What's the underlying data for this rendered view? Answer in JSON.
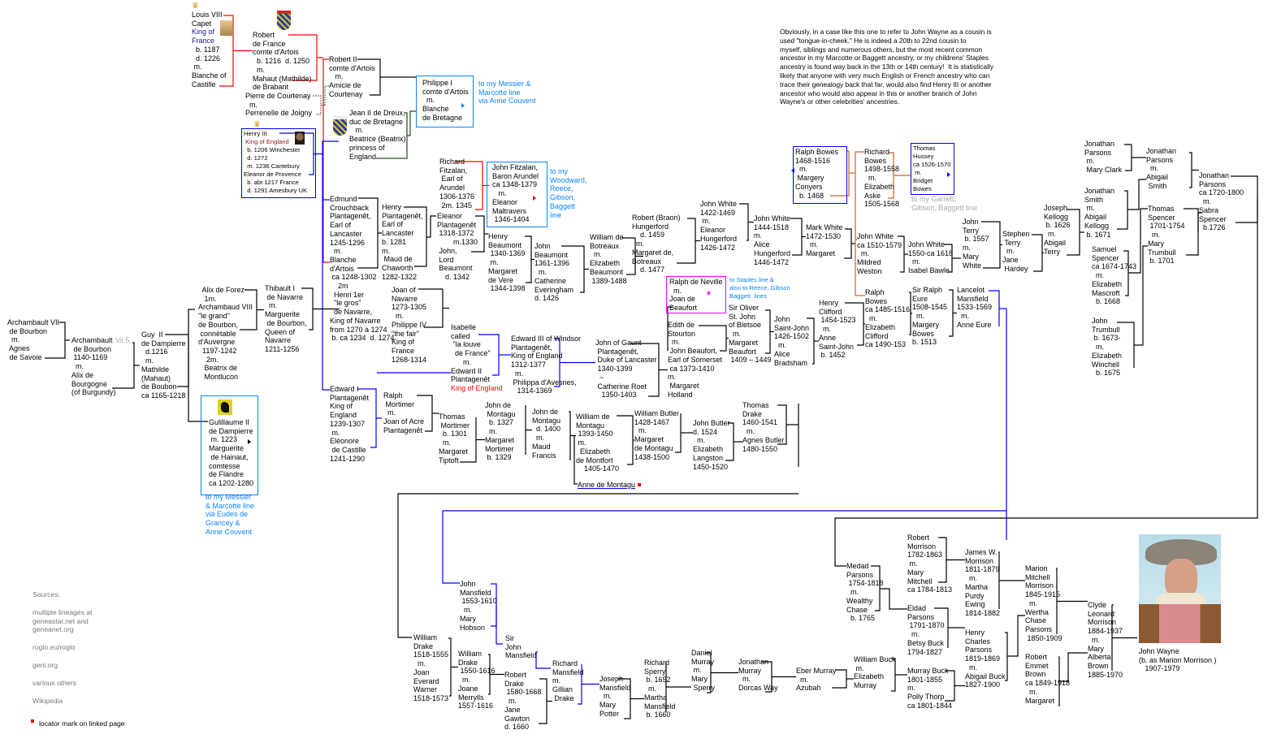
{
  "colors": {
    "red_line": "#ff0000",
    "blue_line": "#0000ff",
    "light_blue_box": "#0a84ff",
    "magenta_box": "#ff00ff",
    "orange_line": "#c8642a",
    "green_line": "#1d4d1d",
    "grey_line": "#777777",
    "royal_title_navy": "#1c1c8c",
    "royal_title_darkred": "#8b1a1a",
    "link_blue": "#0a84ff",
    "grey_link": "#aaaaaa"
  },
  "icons": [
    "crown-icon",
    "crown-icon",
    "shield-artois-icon",
    "shield-bretagne-icon",
    "flag-flandre-icon",
    "portrait-louis-icon",
    "portrait-henry-icon",
    "john-wayne-photo"
  ],
  "note": "Obviously, in a case like this one to refer to John Wayne as a cousin is\nused \"tongue-in-cheek.\" He is indeed a 20th to 22nd cousin to\nmyself, siblings and numerous others, but the most recent common\nancestor in my Marcotte or Baggett ancestry, or my childrens' Staples\nancestry is found way back in the 13th or 14th century!  It is statistically\nlikely that anyone with very much English or French ancestry who can\ntrace their genealogy back that far, would also find Henry III or another\nancestor who would also appear in this or another branch of John\nWayne's or other celebrities' ancestries.",
  "sources": {
    "title": "Sources:",
    "items": [
      "multiple lineages at\ngeneastar.net and\ngeneanet.org",
      "roglo.eu/roglo",
      "geni.org",
      "various others",
      "Wikipedia"
    ]
  },
  "legend": "locator mark on linked page",
  "links": {
    "messier_anne": "to my Messier &\nMarcotte line\nvia Anne Couvent",
    "messier_eudes": "to my Messier\n& Marcotte line\nvia Eudes de\nGrancey &\nAnne Couvent",
    "woodward": "to my\nWoodward,\nReece,\nGibson,\nBaggett\nline",
    "staples": "to Staples line &\nalso to Reece, Gibson\nBaggett  lines",
    "garrett": "to my Garrett,\nGibson, Baggett line",
    "anne_montagu": "Anne de Montagu"
  },
  "people": {
    "louis8": {
      "lines": [
        "Louis VIII",
        "Capet",
        "King of",
        "France",
        "  b. 1187",
        "  d. 1226",
        " m.",
        "Blanche of",
        "Castille"
      ],
      "accent": {
        "lines": [
          2,
          3
        ],
        "color": "#1c1c8c"
      }
    },
    "robert_artois": {
      "lines": [
        "Robert",
        "de France",
        "comte d'Artois",
        "  b. 1216  d. 1250",
        "  m.",
        "Mahaut (Mathilde)",
        "de Brabant"
      ]
    },
    "robert2": {
      "lines": [
        "Robert II",
        "comte d'Artois",
        "   m.",
        "Amicie de",
        "Courtenay"
      ]
    },
    "pierre": {
      "lines": [
        "Pierre de Courtenay",
        "  m.",
        "Perrenelle de Joigny"
      ]
    },
    "philippe": {
      "lines": [
        "Philippe I",
        "comte d'Artois",
        "  m.",
        "Blanche",
        "de Bretagne"
      ]
    },
    "jean2": {
      "lines": [
        "Jean II de Dreux,",
        "duc de Bretagne",
        "   m.",
        "Beatrice (Beatrix)",
        "princess of",
        "England"
      ]
    },
    "henry3": {
      "lines": [
        "Henry III",
        " King of England",
        "  b. 1206 Winchester",
        "  d. 1272",
        "  m. 1236 Cantebury",
        "Eleanor de Provence",
        "  b. abt 1217 France",
        "  d. 1291 Amesbury UK"
      ],
      "accent": {
        "lines": [
          1
        ],
        "color": "#8b1a1a"
      }
    },
    "edmund": {
      "lines": [
        "Edmund",
        "Crouchback",
        "Plantagenêt,",
        "Earl of",
        "Lancaster",
        "1245-1296",
        "  m.",
        "Blanche",
        "d'Artois",
        " ca 1248-1302",
        "    2m",
        "  Henri 1er",
        "  \"le gros\"",
        "  de Navarre,",
        "King of Navarre",
        "from 1270 à 1274",
        " b. ca 1234  d. 1274"
      ]
    },
    "henry_lancaster": {
      "lines": [
        "Henry",
        "Plantagenêt,",
        "Earl of",
        "Lancaster",
        "b. 1281",
        "m.",
        " Maud de",
        "Chaworth",
        "1282-1322"
      ]
    },
    "joan_navarre": {
      "lines": [
        "Joan of",
        "Navarre",
        "1273-1305",
        "  m.",
        "Philippe IV",
        "\"the fair\"",
        "King of",
        "France",
        "1268-1314"
      ]
    },
    "alix_forez": {
      "lines": [
        "  Alix de Forez",
        "   1m.",
        "Archambaud VIII",
        "\"le grand\"",
        "de Bourbon,",
        " connétable",
        "d'Auvergne",
        "  1197-1242",
        "    2m.",
        "   Beatrix de",
        "   Montlucon"
      ]
    },
    "thibault": {
      "lines": [
        "Thibault I",
        " de Navarre",
        "  m.",
        "Marguerite",
        " de Bourbon,",
        "Queen of",
        "Navarre",
        "1211-1256"
      ]
    },
    "archambault7": {
      "lines": [
        "Archambault VII",
        " de Bourbon",
        "  m.",
        " Agnes",
        " de Savoie"
      ]
    },
    "archambault_vii5": {
      "lines": [
        "Archambault",
        " de Bourbon",
        " 1140-1169",
        "  m.",
        "Alix de",
        "Bourgogne",
        "(of Burgundy)"
      ]
    },
    "archambault_tag": {
      "lines": [
        "Vii:5"
      ]
    },
    "guy2": {
      "lines": [
        "Guy  II",
        "de Dampierre",
        "  d.1216",
        "  m.",
        "Mathilde",
        "(Mahaut)",
        "de Boubon",
        "ca 1165-1218"
      ]
    },
    "guillaume2": {
      "lines": [
        "Gulillaume II",
        "de Dampierre",
        " m. 1223",
        "Marguerite",
        " de Hainaut,",
        "comtesse",
        "de Flandre",
        "ca 1202-1280"
      ]
    },
    "edward1": {
      "lines": [
        "Edward I",
        "Plantagenêt",
        "King of",
        "England",
        "1239-1307",
        " m.",
        "Eléonore",
        " de Castille",
        "1241-1290"
      ]
    },
    "ralph_mortimer": {
      "lines": [
        "Ralph",
        " Mortimer",
        "  m.",
        "Joan of Acre",
        "Plantagenêt"
      ]
    },
    "isabelle": {
      "lines": [
        "Isabelle",
        "called",
        " \"la louve",
        "  de France\"",
        "      m.",
        "Edward II",
        "Plantagenêt",
        "King of England"
      ],
      "accent": {
        "lines": [
          7
        ],
        "color": "#ff0000"
      }
    },
    "richard_fitzalan": {
      "lines": [
        "Richard",
        "Fitzalan,",
        " Earl of",
        "Arundel",
        "1306-1376",
        " 2m. 1345"
      ]
    },
    "john_fitzalan": {
      "lines": [
        "John Fitzalan,",
        "Baron Arundel",
        "ca 1348-1379",
        "   m.",
        "Eleanor",
        "Maltravers",
        " 1346-1404"
      ]
    },
    "eleanor_plantagenet": {
      "lines": [
        "Eleanor",
        "Plantagenêt",
        " 1318-1372",
        "        m.1330",
        " John,",
        " Lord",
        " Beaumont",
        "    d. 1342"
      ]
    },
    "henry_beaumont": {
      "lines": [
        "Henry",
        "Beaumont",
        " 1340-1369",
        " m.",
        "Margaret",
        "de Vere",
        " 1344-1398"
      ]
    },
    "john_beaumont": {
      "lines": [
        "John",
        "Beaumont",
        "1361-1396",
        "  m.",
        "Catherine",
        "Everingham",
        "d. 1426"
      ]
    },
    "william_botreaux": {
      "lines": [
        "William de",
        "Botreaux",
        "  m.",
        "Elizabeth",
        "Beaumont",
        " 1389-1488"
      ]
    },
    "robert_hungerford": {
      "lines": [
        "Robert (Braon)",
        "Hungerford",
        "    d. 1459",
        "  m.",
        "Margaret de,",
        "Botreaux",
        "    d. 1477"
      ]
    },
    "john_white_1422": {
      "lines": [
        "John White",
        "1422-1469",
        " m.",
        "Eleanor",
        "Hungerford",
        "1426-1472"
      ]
    },
    "john_white_1444": {
      "lines": [
        "John White",
        "1444-1518",
        "m.",
        "Alice",
        "Hungerford",
        "1446-1472"
      ]
    },
    "mark_white": {
      "lines": [
        "Mark White",
        "1472-1530",
        "  m.",
        "Margaret"
      ]
    },
    "ralph_bowes_1468": {
      "lines": [
        "Ralph Bowes",
        "1468-1516",
        "  m.",
        " Margery",
        "Conyers",
        "  b. 1468"
      ]
    },
    "richard_bowes": {
      "lines": [
        "Richard",
        "Bowes",
        "1498-1558",
        "  m.",
        "Elizabeth",
        "Aske",
        "1505-1568"
      ]
    },
    "thomas_hussey": {
      "lines": [
        "Thomas",
        "Hussey",
        "ca 1526-1570",
        " m.",
        "Bridget",
        "Bowes"
      ]
    },
    "john_white_1510": {
      "lines": [
        "John White",
        "ca 1510-1579",
        "  m.",
        "Mildred",
        "Weston"
      ]
    },
    "john_white_1550": {
      "lines": [
        "John White",
        "1550-ca 1618",
        "  m.",
        "Isabel Bawle"
      ]
    },
    "john_terry": {
      "lines": [
        "John",
        "Terry",
        " b. 1557",
        "m.",
        "Mary",
        "White"
      ]
    },
    "stephen_terry": {
      "lines": [
        "Stephen",
        " Terry",
        "  m.",
        "Jane",
        " Hardey"
      ]
    },
    "joseph_kellogg": {
      "lines": [
        "Joseph",
        "Kellogg",
        " b. 1626",
        "  m.",
        "Abigail",
        "Terry"
      ]
    },
    "jonathan_smith": {
      "lines": [
        "Jonathan",
        "Smith",
        " m.",
        "Abigail",
        "Kellogg",
        " b. 1671"
      ]
    },
    "jonathan_parsons_a": {
      "lines": [
        "Jonathan",
        "Parsons",
        " m.",
        " Mary Clark"
      ]
    },
    "jonathan_parsons_b": {
      "lines": [
        "Jonathan",
        "Parsons",
        "  m.",
        "Abigail",
        " Smith"
      ]
    },
    "jonathan_parsons_c": {
      "lines": [
        "Jonathan",
        "Parsons",
        "ca 1720-1800",
        "  m.",
        "Sabra",
        "Spencer",
        "  b.1726"
      ]
    },
    "thomas_spencer": {
      "lines": [
        "Thomas",
        "Spencer",
        " 1701-1754",
        "  m.",
        "Mary",
        "Trumbull",
        " b. 1701"
      ]
    },
    "samuel_spencer": {
      "lines": [
        "Samuel",
        "Spencer",
        "ca 1674-1743",
        "  m.",
        "Elizabeth",
        "Mascroft",
        "  b. 1668"
      ]
    },
    "john_trumbull": {
      "lines": [
        "John",
        "Trumbull",
        " b. 1673-",
        "  m.",
        "Elizabeth",
        "Winchell",
        "  b. 1675"
      ]
    },
    "ralph_neville": {
      "lines": [
        "Ralph de Neville",
        "  m.",
        "Joan de",
        "Beaufort"
      ]
    },
    "oliver_st_john": {
      "lines": [
        "Sir Oliver",
        "St. John",
        "of Bletsoe",
        "  m.",
        "Margaret",
        "Beaufort",
        " 1409 – 1449"
      ]
    },
    "edith_stourton": {
      "lines": [
        "Edith de",
        "Stourton",
        "  m.",
        " John Beaufort,",
        "Earl of Somerset",
        " ca 1373-1410",
        "m.",
        " Margaret",
        "Holland"
      ]
    },
    "john_saint_john": {
      "lines": [
        "John",
        "Saint-John",
        "1426-1502",
        "  m.",
        "Alice",
        "Bradsham"
      ]
    },
    "henry_clifford": {
      "lines": [
        "Henry",
        "Clifford",
        " 1454-1523",
        "  m.",
        "Anne",
        "Saint-John",
        " b. 1452"
      ]
    },
    "ralph_bowes_1485": {
      "lines": [
        "Ralph",
        "Bowes",
        "ca 1485-1516",
        "  m.",
        "Elizabeth",
        "Clifford",
        "ca 1490-153"
      ]
    },
    "ralph_eure": {
      "lines": [
        "Sir Ralph",
        "Eure",
        "1508-1545",
        "  m.",
        "Margery",
        "Bowes",
        "b. 1513"
      ]
    },
    "lancelot_mansfield": {
      "lines": [
        "Lancelot",
        "Mansfield",
        "1533-1569",
        "  m.",
        "Anne Eure"
      ]
    },
    "edward3": {
      "lines": [
        "Edward III of Windsor",
        "Plantagenêt,",
        "King of England",
        "1312-1377",
        "  m.",
        " Philippa d'Avesnes,",
        "   1314-1369"
      ]
    },
    "john_of_gaunt": {
      "lines": [
        "John of Gaunt",
        " Plantagenêt,",
        " Duke of Lancaster",
        " 1340-1399",
        "  ~",
        " Catherine Roet",
        "   1350-1403"
      ]
    },
    "thomas_mortimer": {
      "lines": [
        "Thomas",
        " Mortimer",
        "  b. 1301",
        "  m.",
        "Margaret",
        "Tiptoft"
      ]
    },
    "john_montagu_1327": {
      "lines": [
        "John de",
        " Montagu",
        "  b. 1327",
        "  m.",
        "Margaret",
        "Mortimer",
        " b. 1329"
      ]
    },
    "john_montagu_1400": {
      "lines": [
        "John de",
        "Montagu",
        "  d. 1400",
        "  m.",
        "Maud",
        "Francis"
      ]
    },
    "william_montagu": {
      "lines": [
        "William de",
        "Montagu",
        " 1393-1450",
        " m.",
        "  Elizabeth",
        "de Montfort",
        "    1405-1470"
      ]
    },
    "william_butler": {
      "lines": [
        "William Butler",
        "1428-1467",
        "  m.",
        "Margaret",
        "de Montagu",
        "1438-1500"
      ]
    },
    "john_butler": {
      "lines": [
        "John Butler",
        "d. 1524",
        "  m.",
        "Elizabeth",
        "Langston",
        "1450-1520"
      ]
    },
    "thomas_drake": {
      "lines": [
        "Thomas",
        "Drake",
        "1460-1541",
        "  m.",
        "Agnes Butler",
        "1480-1550"
      ]
    },
    "john_mansfield": {
      "lines": [
        "John",
        "Mansfield",
        " 1553-1610",
        "  m.",
        "Mary",
        "Hobson"
      ]
    },
    "william_drake_1518": {
      "lines": [
        "William",
        "Drake",
        "1518-1555",
        "  m.",
        "Joan",
        "Everard",
        "Warner",
        "1518-1573"
      ]
    },
    "william_drake_1550": {
      "lines": [
        "William",
        "Drake",
        " 1550-1616",
        "  m.",
        "Joane",
        "Merrylls",
        "1557-1616"
      ]
    },
    "sir_john_mansfield": {
      "lines": [
        "Sir",
        "John",
        "Mansfield"
      ]
    },
    "robert_drake": {
      "lines": [
        "Robert",
        "Drake",
        " 1580-1668",
        "  m.",
        "Jane",
        "Gawton",
        "d. 1660"
      ]
    },
    "richard_mansfield": {
      "lines": [
        "Richard",
        "Mansfield",
        "m.",
        "Gillian",
        " Drake"
      ]
    },
    "joseph_mansfield": {
      "lines": [
        "Joseph",
        "Mansfield",
        "  m.",
        "Mary",
        "Potter"
      ]
    },
    "richard_sperry": {
      "lines": [
        "Richard",
        "Sperry",
        " b. 1652",
        "  m.",
        "Martha",
        "Mansfield",
        " b. 1660"
      ]
    },
    "daniel_murray": {
      "lines": [
        "Daniel",
        "Murray",
        " m.",
        "Mary",
        " Sperry"
      ]
    },
    "jonathan_murray": {
      "lines": [
        "Jonathan",
        "Murray",
        "  m.",
        "Dorcas Way"
      ]
    },
    "eber_murray": {
      "lines": [
        "Eber Murray",
        "  m.",
        "Azubah"
      ]
    },
    "william_buck": {
      "lines": [
        "William Buck",
        " m.",
        "Elizabeth",
        "Murray"
      ]
    },
    "murray_buck": {
      "lines": [
        "Murray Buck",
        "1801-1855",
        "m.",
        "Polly Thorp",
        "ca 1801-1844"
      ]
    },
    "medad_parsons": {
      "lines": [
        "Medad",
        "Parsons",
        " 1754-1818",
        "  m.",
        "Wealthy",
        "Chase",
        "  b. 1765"
      ]
    },
    "robert_morrison": {
      "lines": [
        "Robert",
        "Morrison",
        "1782-1863",
        " m.",
        "Mary",
        "Mitchell",
        "ca 1784-1813"
      ]
    },
    "eldad_parsons": {
      "lines": [
        "Eldad",
        "Parsons",
        " 1791-1870",
        "  m.",
        "Betsy Buck",
        "1794-1827"
      ]
    },
    "james_morrison": {
      "lines": [
        "James W.",
        "Morrison",
        "1811-1879",
        "  m.",
        "Martha",
        "Purdy",
        "Ewing",
        "1814-1882"
      ]
    },
    "henry_parsons": {
      "lines": [
        "Henry",
        "Charles",
        "Parsons",
        "1819-1869",
        "  m.",
        "Abigail Buck",
        "1827-1900"
      ]
    },
    "marion_morrison": {
      "lines": [
        "Marion",
        "Mitchell",
        "Morrison",
        "1845-1915",
        "  m.",
        "Wertha",
        "Chase",
        "Parsons",
        " 1850-1909"
      ]
    },
    "robert_brown": {
      "lines": [
        "Robert",
        "Emmet",
        "Brown",
        "ca 1849-1918",
        "  m.",
        "Margaret"
      ]
    },
    "clyde_morrison": {
      "lines": [
        "Clyde",
        "Leonard",
        "Morrison",
        "1884-1937",
        "  m.",
        "Mary",
        "Alberta",
        "Brown",
        "1885-1970"
      ]
    },
    "john_wayne": {
      "lines": [
        "John Wayne",
        "(b. as Marion Morrison )",
        "   1907-1979"
      ]
    }
  }
}
